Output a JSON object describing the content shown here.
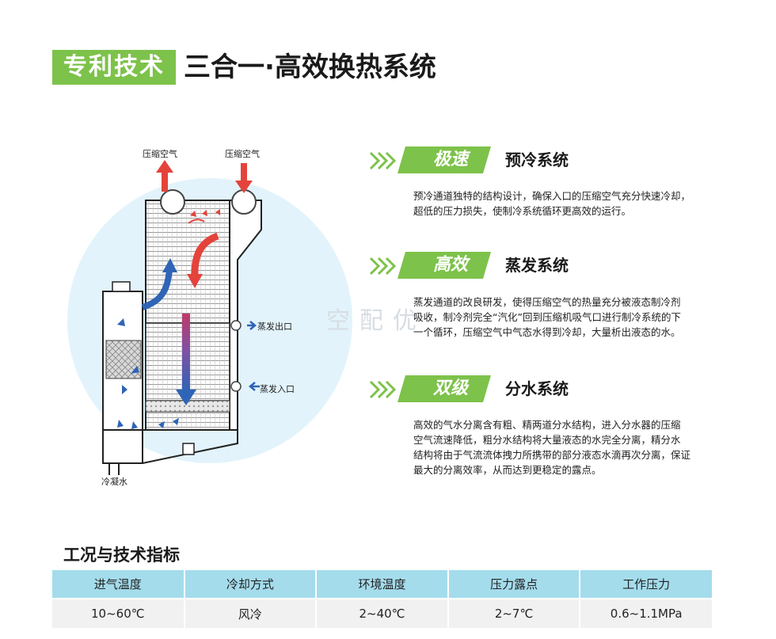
{
  "header": {
    "badge": "专利技术",
    "title": "三合一·高效换热系统"
  },
  "diagram": {
    "labels": {
      "air_left": "压缩空气",
      "air_right": "压缩空气",
      "evap_out": "蒸发出口",
      "evap_in": "蒸发入口",
      "condensate": "冷凝水"
    }
  },
  "watermark": "空配优",
  "sections": [
    {
      "badge": "极速",
      "title": "预冷系统",
      "lines": [
        "预冷通道独特的结构设计，确保入口的压缩空气充分快速冷却，",
        "超低的压力损失，使制冷系统循环更高效的运行。"
      ]
    },
    {
      "badge": "高效",
      "title": "蒸发系统",
      "lines": [
        "蒸发通道的改良研发，使得压缩空气的热量充分被液态制冷剂",
        "吸收，制冷剂完全“汽化”回到压缩机吸气口进行制冷系统的下",
        "一个循环，压缩空气中气态水得到冷却，大量析出液态的水。"
      ]
    },
    {
      "badge": "双级",
      "title": "分水系统",
      "lines": [
        "高效的气水分离含有粗、精两道分水结构，进入分水器的压缩",
        "空气流速降低，粗分水结构将大量液态的水完全分离，精分水",
        "结构将由于气流流体拽力所携带的部分液态水滴再次分离，保证",
        "最大的分离效率，从而达到更稳定的露点。"
      ]
    }
  ],
  "colors": {
    "green": "#7dc24a",
    "table_header": "#a4dcec",
    "red_arrow": "#e4433b",
    "blue_arrow": "#2f64b6",
    "circle_bg": "#e2f3fb"
  },
  "table": {
    "title": "工况与技术指标",
    "headers": [
      "进气温度",
      "冷却方式",
      "环境温度",
      "压力露点",
      "工作压力"
    ],
    "row": [
      "10~60℃",
      "风冷",
      "2~40℃",
      "2~7℃",
      "0.6~1.1MPa"
    ]
  }
}
